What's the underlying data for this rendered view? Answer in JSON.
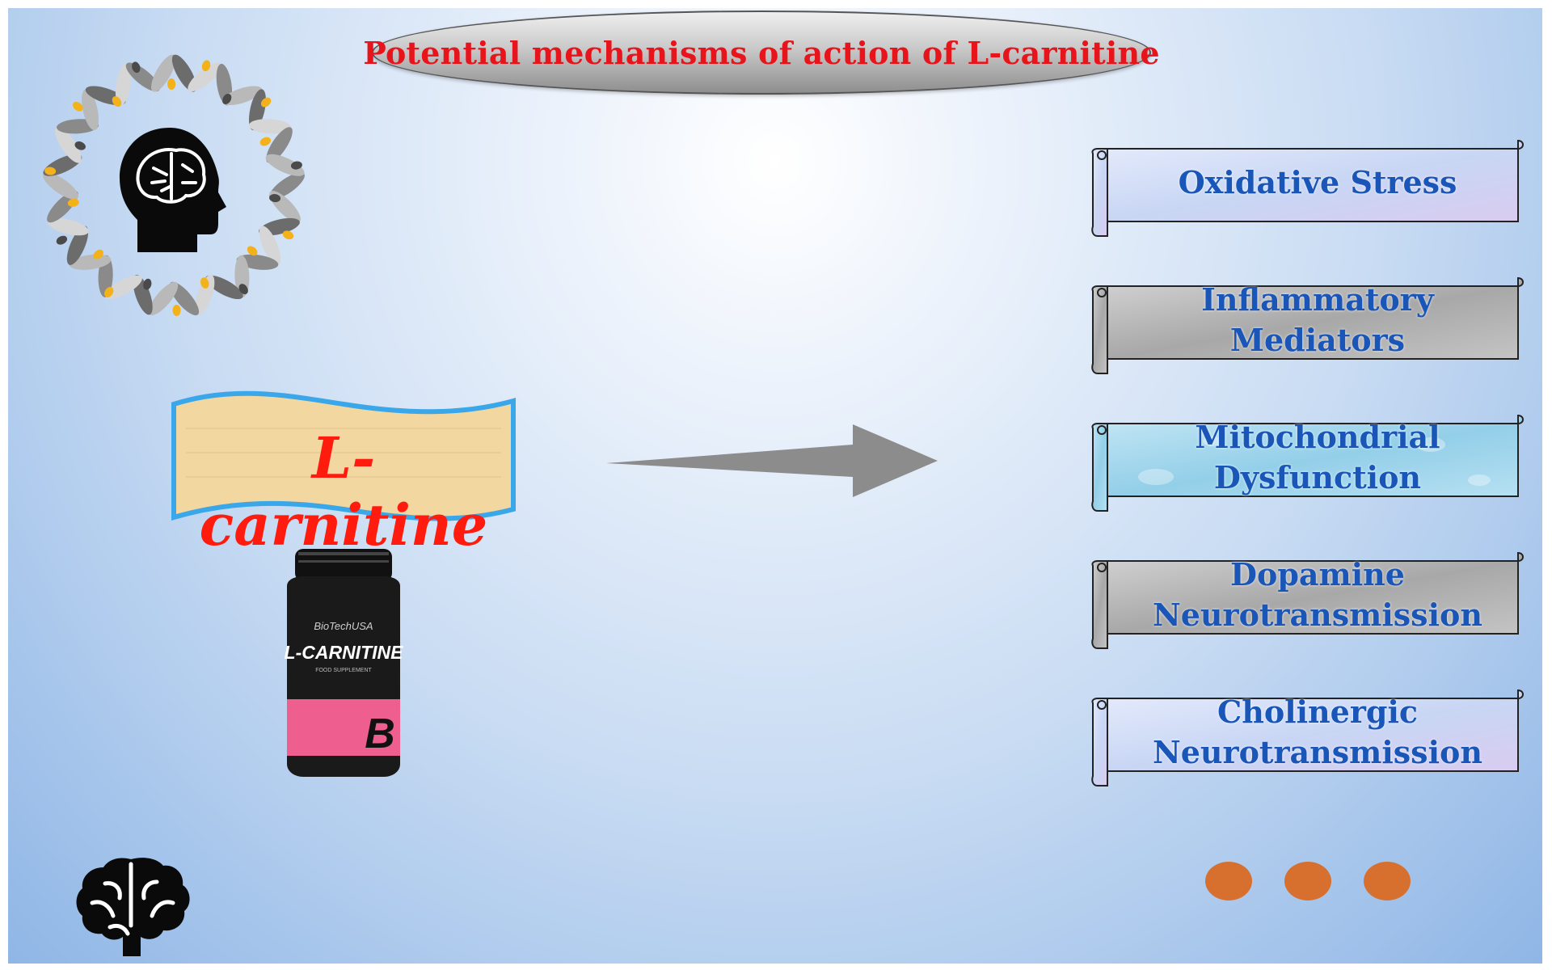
{
  "title": "Potential mechanisms of action of L-carnitine",
  "main_label": "L-carnitine",
  "bottle": {
    "brand": "BioTechUSA",
    "product": "L-CARNITINE",
    "subtitle": "FOOD SUPPLEMENT",
    "logo_letter": "B"
  },
  "mechanisms": [
    {
      "line1": "Oxidative Stress",
      "line2": ""
    },
    {
      "line1": "Inflammatory",
      "line2": "Mediators"
    },
    {
      "line1": "Mitochondrial",
      "line2": "Dysfunction"
    },
    {
      "line1": "Dopamine",
      "line2": "Neurotransmission"
    },
    {
      "line1": "Cholinergic",
      "line2": "Neurotransmission"
    }
  ],
  "colors": {
    "title_text": "#e8141b",
    "main_label_text": "#ff1b0e",
    "mechanism_text": "#1a56b8",
    "arrow": "#8c8c8c",
    "dots": "#d7702e",
    "banner_fill": "#f2d7a1",
    "banner_border": "#3aa7ea"
  },
  "icons": [
    "brain-head-wreath-icon",
    "brain-icon",
    "arrow-right-icon",
    "ellipsis-dots-icon"
  ]
}
